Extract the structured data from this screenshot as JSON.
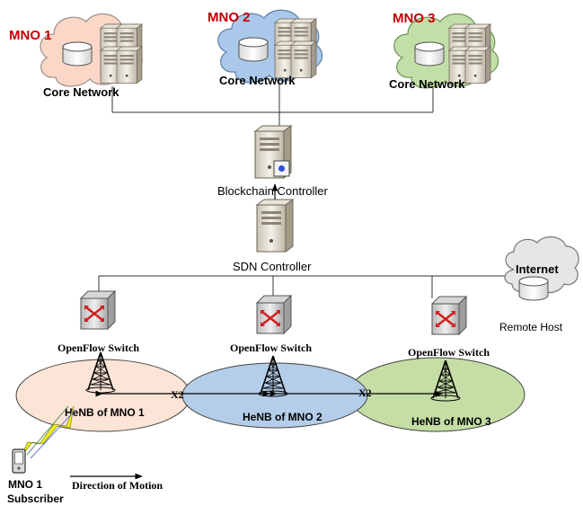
{
  "colors": {
    "mno_label": "#c00000",
    "cloud_mno1": "#fbd7c7",
    "cloud_mno2": "#a9c8ea",
    "cloud_mno3": "#c3dfa8",
    "cloud_internet": "#e6e6e6",
    "cell_mno1": "#fce4d6",
    "cell_mno2": "#b4cde9",
    "cell_mno3": "#c5dea6",
    "lightning": "#f2ef1a"
  },
  "core_networks": [
    {
      "mno_label": "MNO 1",
      "caption": "Core Network",
      "icon": "cloud-server-icon"
    },
    {
      "mno_label": "MNO 2",
      "caption": "Core Network",
      "icon": "cloud-server-icon"
    },
    {
      "mno_label": "MNO 3",
      "caption": "Core Network",
      "icon": "cloud-server-icon"
    }
  ],
  "controllers": {
    "blockchain": {
      "label": "Blockchain Controller",
      "icon": "server-icon"
    },
    "sdn": {
      "label": "SDN Controller",
      "icon": "server-icon"
    }
  },
  "internet": {
    "label": "Internet",
    "host_label": "Remote Host",
    "icon": "cloud-database-icon"
  },
  "switches": [
    {
      "label": "OpenFlow Switch",
      "icon": "switch-icon"
    },
    {
      "label": "OpenFlow Switch",
      "icon": "switch-icon"
    },
    {
      "label": "OpenFlow Switch",
      "icon": "switch-icon"
    }
  ],
  "cells": [
    {
      "label": "HeNB of MNO 1",
      "icon": "cell-tower-icon"
    },
    {
      "label": "HeNB of MNO 2",
      "icon": "cell-tower-icon"
    },
    {
      "label": "HeNB of MNO 3",
      "icon": "cell-tower-icon"
    }
  ],
  "x2_labels": [
    "X2",
    "X2"
  ],
  "subscriber": {
    "line1": "MNO 1",
    "line2": "Subscriber",
    "icon": "mobile-phone-icon"
  },
  "motion_label": "Direction of Motion"
}
